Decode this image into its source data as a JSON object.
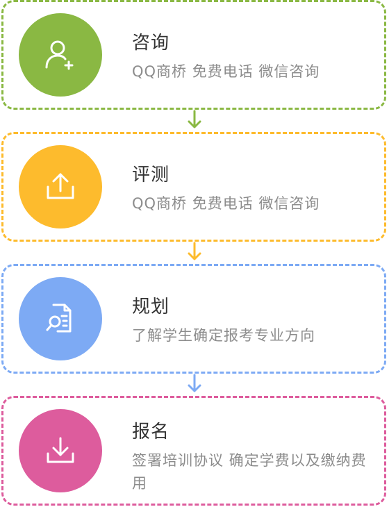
{
  "steps": [
    {
      "title": "咨询",
      "desc": "QQ商桥 免费电话 微信咨询",
      "color": "#8ab843",
      "icon": "add-user-icon"
    },
    {
      "title": "评测",
      "desc": "QQ商桥 免费电话 微信咨询",
      "color": "#fdbb2d",
      "icon": "upload-icon"
    },
    {
      "title": "规划",
      "desc": "了解学生确定报考专业方向",
      "color": "#7daaf4",
      "icon": "document-search-icon"
    },
    {
      "title": "报名",
      "desc": "签署培训协议 确定学费以及缴纳费用",
      "color": "#dd5c9d",
      "icon": "download-icon"
    }
  ]
}
